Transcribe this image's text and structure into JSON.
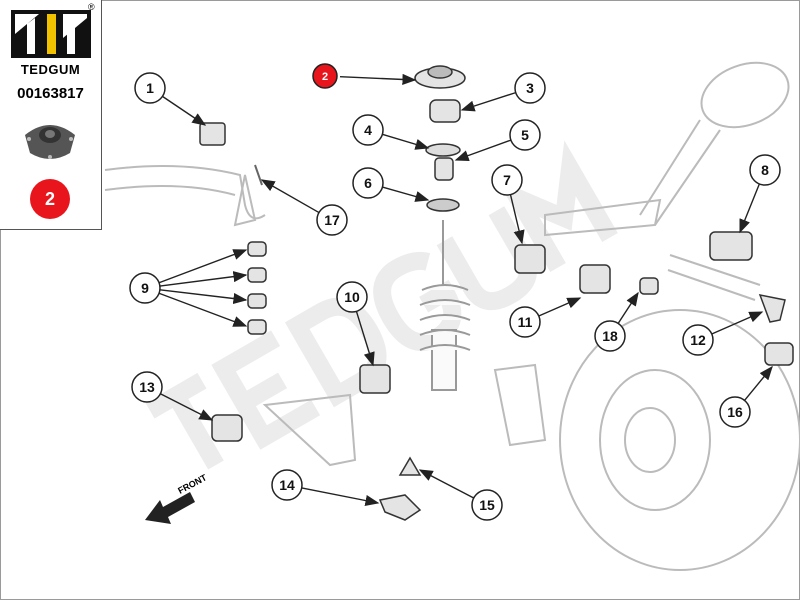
{
  "brand": {
    "name": "TEDGUM",
    "registered": "®",
    "part_number": "00163817",
    "highlight_position": "2"
  },
  "watermark": "TEDGUM",
  "direction_label": "FRONT",
  "colors": {
    "highlight": "#e8161c",
    "logo_yellow": "#f2c200",
    "line": "#222222",
    "sketch": "#b8b8b8"
  },
  "callouts": [
    {
      "label": "1"
    },
    {
      "label": "2"
    },
    {
      "label": "3"
    },
    {
      "label": "4"
    },
    {
      "label": "5"
    },
    {
      "label": "6"
    },
    {
      "label": "7"
    },
    {
      "label": "8"
    },
    {
      "label": "9"
    },
    {
      "label": "10"
    },
    {
      "label": "11"
    },
    {
      "label": "12"
    },
    {
      "label": "13"
    },
    {
      "label": "14"
    },
    {
      "label": "15"
    },
    {
      "label": "16"
    },
    {
      "label": "17"
    },
    {
      "label": "18"
    }
  ]
}
